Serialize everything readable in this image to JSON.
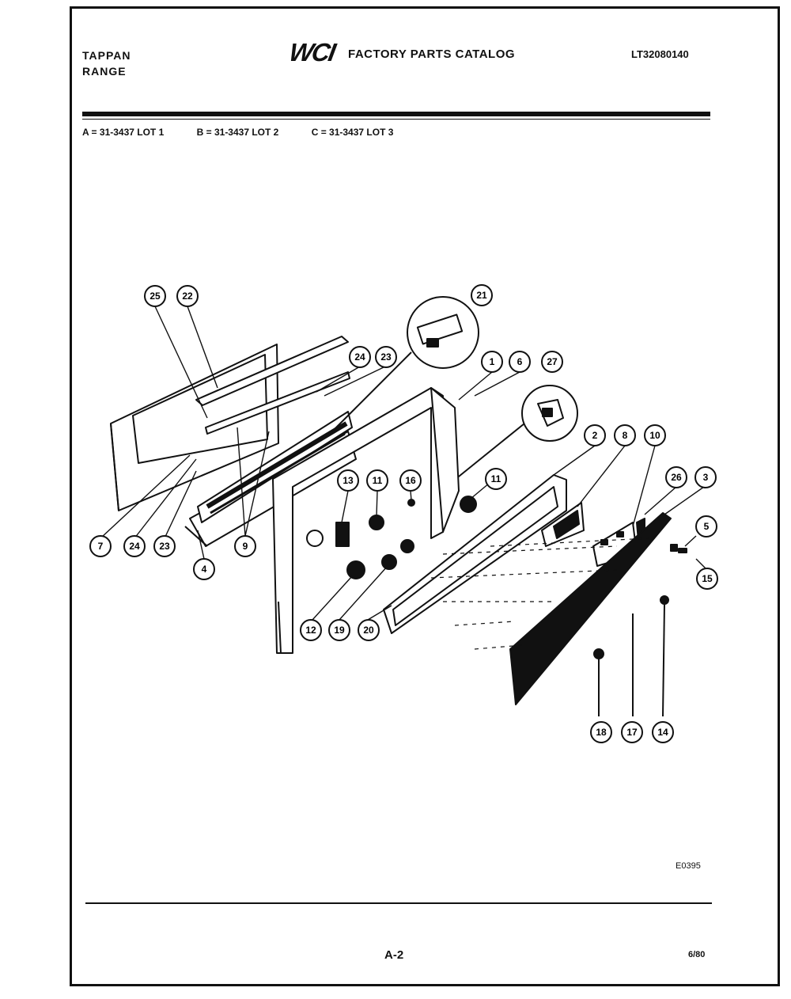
{
  "header": {
    "brand_line1": "TAPPAN",
    "brand_line2": "RANGE",
    "logo": "WCI",
    "title": "FACTORY PARTS CATALOG",
    "catalog_code": "LT32080140"
  },
  "lots": [
    "A = 31-3437 LOT 1",
    "B = 31-3437 LOT 2",
    "C = 31-3437 LOT 3"
  ],
  "callouts": [
    {
      "id": "c25",
      "label": "25"
    },
    {
      "id": "c22",
      "label": "22"
    },
    {
      "id": "c21",
      "label": "21"
    },
    {
      "id": "c24a",
      "label": "24"
    },
    {
      "id": "c23a",
      "label": "23"
    },
    {
      "id": "c1",
      "label": "1"
    },
    {
      "id": "c6",
      "label": "6"
    },
    {
      "id": "c27",
      "label": "27"
    },
    {
      "id": "c2",
      "label": "2"
    },
    {
      "id": "c8",
      "label": "8"
    },
    {
      "id": "c10",
      "label": "10"
    },
    {
      "id": "c26",
      "label": "26"
    },
    {
      "id": "c3",
      "label": "3"
    },
    {
      "id": "c5",
      "label": "5"
    },
    {
      "id": "c15",
      "label": "15"
    },
    {
      "id": "c13",
      "label": "13"
    },
    {
      "id": "c11a",
      "label": "11"
    },
    {
      "id": "c16",
      "label": "16"
    },
    {
      "id": "c11b",
      "label": "11"
    },
    {
      "id": "c7",
      "label": "7"
    },
    {
      "id": "c24b",
      "label": "24"
    },
    {
      "id": "c23b",
      "label": "23"
    },
    {
      "id": "c9",
      "label": "9"
    },
    {
      "id": "c4",
      "label": "4"
    },
    {
      "id": "c12",
      "label": "12"
    },
    {
      "id": "c19",
      "label": "19"
    },
    {
      "id": "c20",
      "label": "20"
    },
    {
      "id": "c18",
      "label": "18"
    },
    {
      "id": "c17",
      "label": "17"
    },
    {
      "id": "c14",
      "label": "14"
    }
  ],
  "figure_code": "E0395",
  "page_number": "A-2",
  "date": "6/80"
}
